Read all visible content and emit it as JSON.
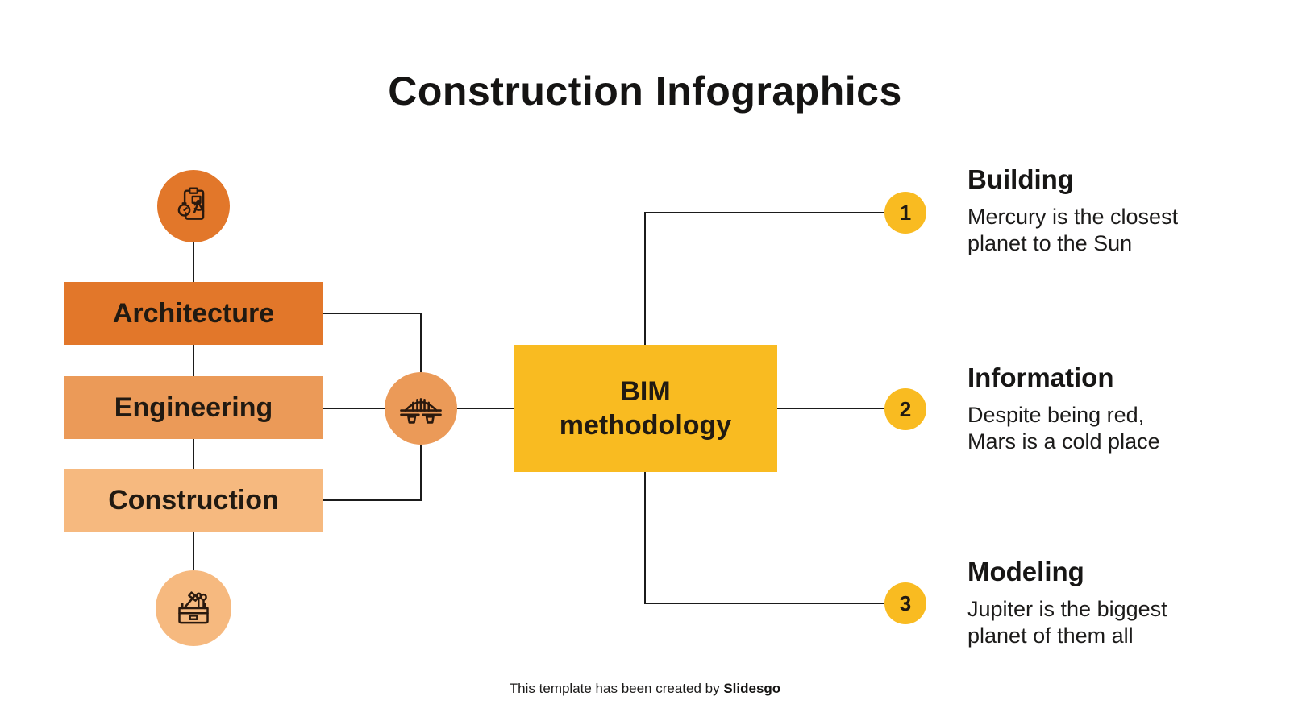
{
  "title": "Construction Infographics",
  "colors": {
    "orange_dark": "#E2772A",
    "orange_mid": "#EB9A58",
    "orange_light": "#F6B97F",
    "yellow": "#F9BB21",
    "ink": "#1C1B1A",
    "line": "#1B1B1B"
  },
  "flow": {
    "top_icon": "clipboard-planning-icon",
    "hub_icon": "bridge-icon",
    "bottom_icon": "toolbox-icon",
    "stages": [
      {
        "label": "Architecture",
        "color": "#E2772A"
      },
      {
        "label": "Engineering",
        "color": "#EB9A58"
      },
      {
        "label": "Construction",
        "color": "#F6B97F"
      }
    ],
    "center_label": "BIM\nmethodology"
  },
  "items": [
    {
      "number": "1",
      "heading": "Building",
      "body": "Mercury is the closest\nplanet to the Sun"
    },
    {
      "number": "2",
      "heading": "Information",
      "body": "Despite being red,\nMars is a cold place"
    },
    {
      "number": "3",
      "heading": "Modeling",
      "body": "Jupiter is the biggest\nplanet of them all"
    }
  ],
  "footer": {
    "prefix": "This template has been created by ",
    "brand": "Slidesgo"
  }
}
